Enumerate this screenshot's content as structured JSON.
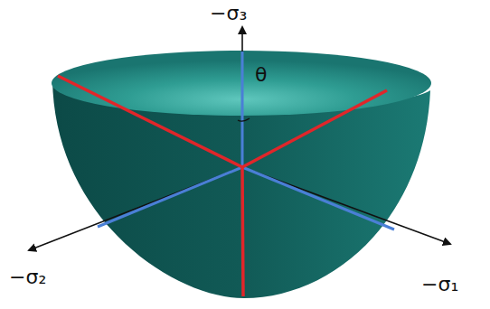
{
  "diagram": {
    "labels": [
      "−σ₃",
      "θ",
      "−σ₂",
      "−σ₁"
    ]
  }
}
